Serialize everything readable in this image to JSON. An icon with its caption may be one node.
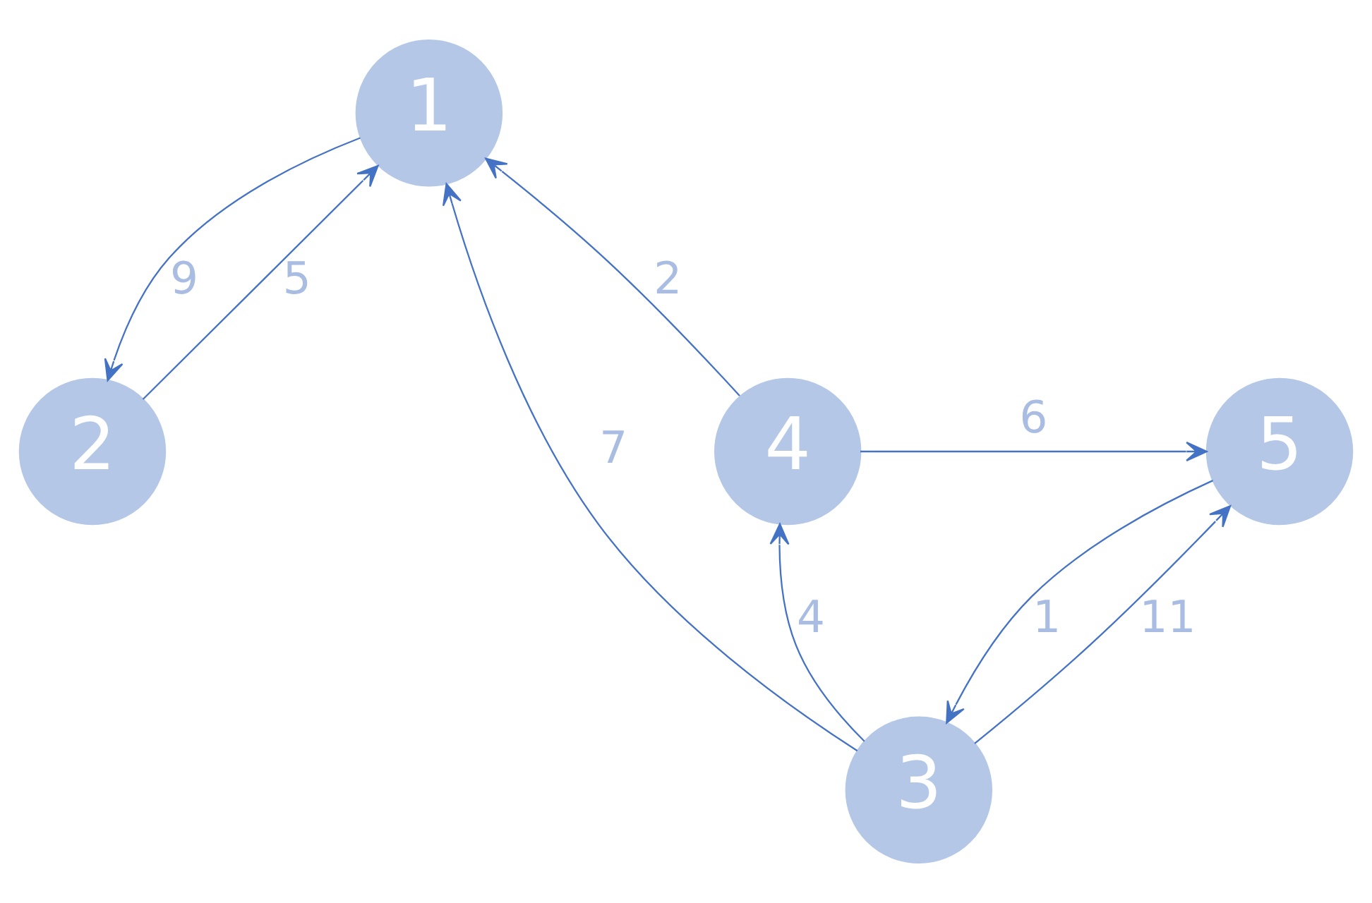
{
  "diagram": {
    "nodes": [
      {
        "text": [
          "1"
        ]
      },
      {
        "text": [
          "3"
        ]
      },
      {
        "text": [
          "2"
        ]
      },
      {
        "text": [
          "4"
        ]
      },
      {
        "text": [
          "5"
        ]
      }
    ],
    "edges": [
      {
        "from": 2,
        "to": 0,
        "arrow": "to",
        "label": "5"
      },
      {
        "from": 0,
        "to": 2,
        "arrow": "to",
        "label": "9"
      },
      {
        "from": 3,
        "to": 0,
        "arrow": "to",
        "label": "2"
      },
      {
        "from": 1,
        "to": 0,
        "arrow": "to",
        "label": "7"
      },
      {
        "from": 1,
        "to": 3,
        "arrow": "to",
        "label": "4"
      },
      {
        "from": 4,
        "to": 1,
        "arrow": "to",
        "label": "1"
      },
      {
        "from": 1,
        "to": 4,
        "arrow": "to",
        "label": "11"
      },
      {
        "from": 3,
        "to": 4,
        "arrow": "to",
        "label": "6"
      }
    ]
  }
}
